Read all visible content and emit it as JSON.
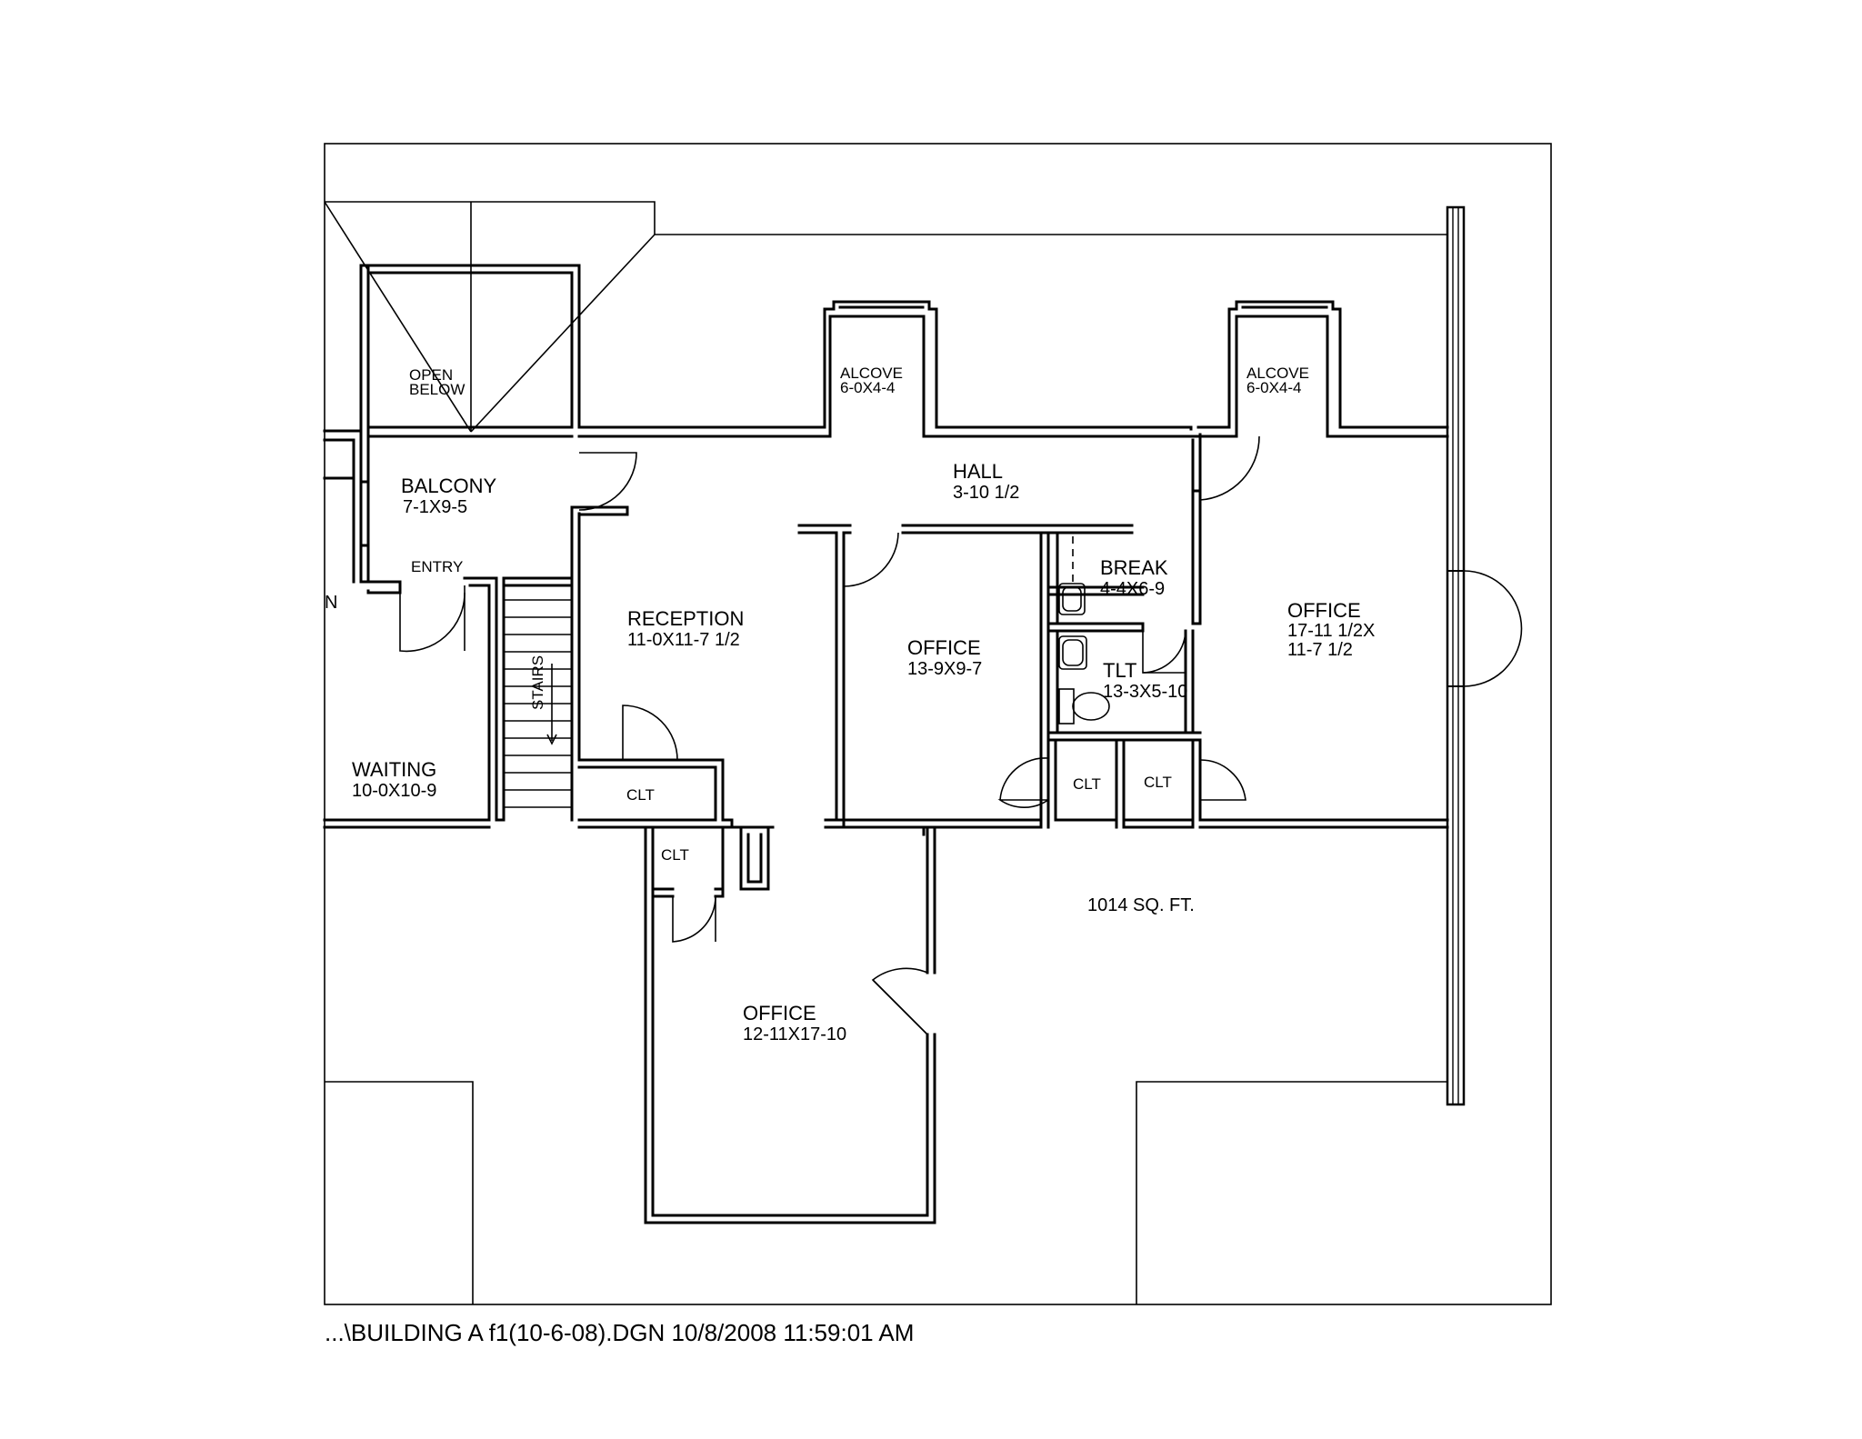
{
  "rooms": {
    "open_below": [
      "OPEN",
      "BELOW"
    ],
    "balcony": [
      "BALCONY",
      "7-1X9-5"
    ],
    "entry": "ENTRY",
    "stairs": "STAIRS",
    "waiting": [
      "WAITING",
      "10-0X10-9"
    ],
    "reception": [
      "RECEPTION",
      "11-0X11-7 1/2"
    ],
    "hall": [
      "HALL",
      "3-10 1/2"
    ],
    "alcove_left": [
      "ALCOVE",
      "6-0X4-4"
    ],
    "alcove_right": [
      "ALCOVE",
      "6-0X4-4"
    ],
    "office_center": [
      "OFFICE",
      "13-9X9-7"
    ],
    "break": [
      "BREAK",
      "4-4X6-9"
    ],
    "tlt": [
      "TLT",
      "13-3X5-10"
    ],
    "office_right": [
      "OFFICE",
      "17-11 1/2X",
      "11-7 1/2"
    ],
    "office_lower": [
      "OFFICE",
      "12-11X17-10"
    ],
    "clt_reception": "CLT",
    "clt_lower": "CLT",
    "clt_mid": "CLT",
    "clt_right": "CLT",
    "n_mark": "N"
  },
  "area": "1014 SQ. FT.",
  "footer": "...\\BUILDING A f1(10-6-08).DGN  10/8/2008 11:59:01 AM"
}
